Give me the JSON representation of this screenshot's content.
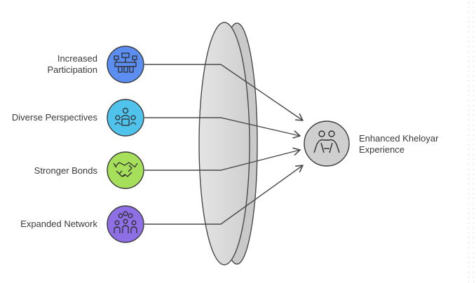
{
  "inputs": [
    {
      "label_line1": "Increased",
      "label_line2": "Participation",
      "color": "#5b8ef0",
      "icon": "conference-table-icon"
    },
    {
      "label_line1": "Diverse Perspectives",
      "label_line2": "",
      "color": "#4fc3ec",
      "icon": "group-meeting-icon"
    },
    {
      "label_line1": "Stronger Bonds",
      "label_line2": "",
      "color": "#a6e05a",
      "icon": "handshake-icon"
    },
    {
      "label_line1": "Expanded Network",
      "label_line2": "",
      "color": "#8f6fe6",
      "icon": "network-people-icon"
    }
  ],
  "output": {
    "label_line1": "Enhanced Kheloyar",
    "label_line2": "Experience",
    "color": "#cfcfcf",
    "icon": "wrestlers-icon"
  },
  "lens_color": "#d9d9d9",
  "line_color": "#4a4a4a"
}
